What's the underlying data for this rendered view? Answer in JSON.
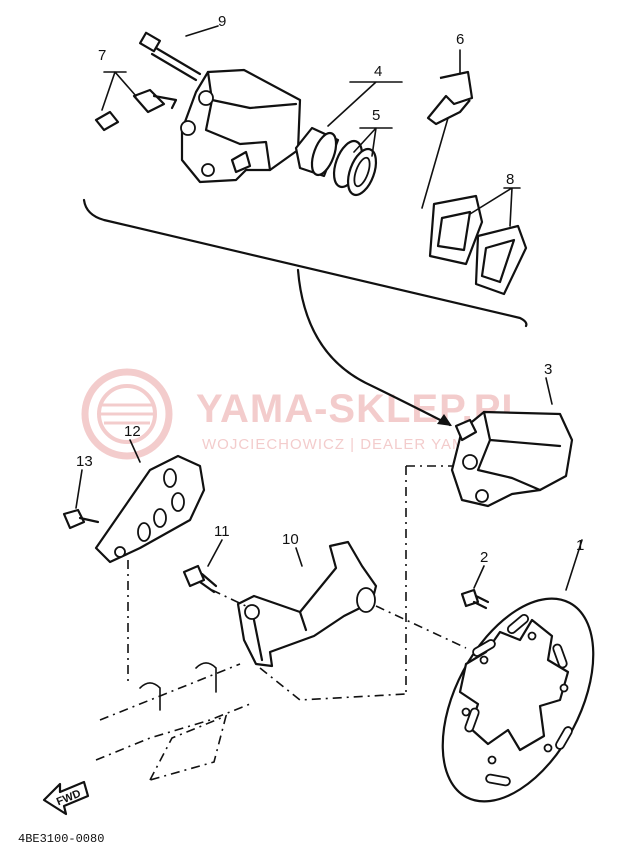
{
  "watermark": {
    "brand": "YAMA-SKLEP.PL",
    "subtitle": "WOJCIECHOWICZ | DEALER YAMAHA"
  },
  "callouts": {
    "disc": "1",
    "bolt_disc": "2",
    "caliper_assembly": "3",
    "piston": "4",
    "seal_kit": "5",
    "pad_spring": "6",
    "bleed_screw": "7",
    "brake_pad_kit": "8",
    "pin": "9",
    "caliper_bracket": "10",
    "bolt_bracket": "11",
    "disc_guard": "12",
    "bolt_guard": "13"
  },
  "direction_label": "FWD",
  "diagram_code": "4BE3100-0080"
}
